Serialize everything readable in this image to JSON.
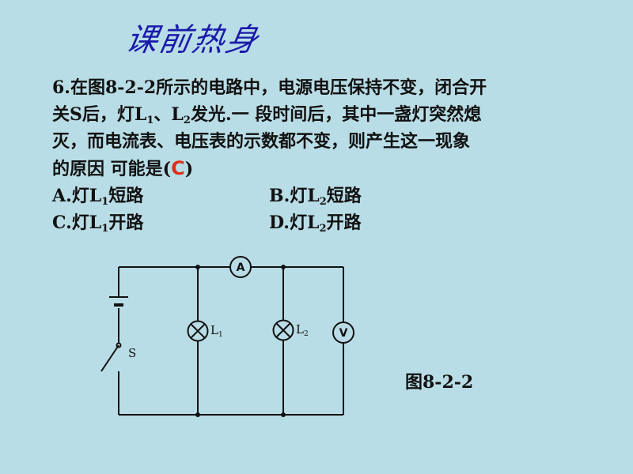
{
  "slide": {
    "title": "课前热身",
    "question": {
      "line1": "6.在图8-2-2所示的电路中，电源电压保持不变，闭合开",
      "line2_a": "关S后，灯L",
      "line2_sub1": "1",
      "line2_b": "、L",
      "line2_sub2": "2",
      "line2_c": "发光.一 段时间后，其中一盏灯突然熄",
      "line3": "灭，而电流表、电压表的示数都不变，则产生这一现象",
      "line4_a": "的原因 可能是(",
      "answer": "C",
      "line4_b": ")"
    },
    "options": [
      {
        "prefix": "A.灯L",
        "sub": "1",
        "suffix": "短路"
      },
      {
        "prefix": "B.灯L",
        "sub": "2",
        "suffix": "短路"
      },
      {
        "prefix": "C.灯L",
        "sub": "1",
        "suffix": "开路"
      },
      {
        "prefix": "D.灯L",
        "sub": "2",
        "suffix": "开路"
      }
    ],
    "figure": {
      "caption": "图8-2-2",
      "ammeter": "A",
      "voltmeter": "V",
      "switch": "S",
      "lamp1": "L",
      "lamp1_sub": "1",
      "lamp2": "L",
      "lamp2_sub": "2"
    }
  },
  "colors": {
    "background": "#b9dde6",
    "title": "#1a1aaa",
    "answer": "#e0301a"
  }
}
